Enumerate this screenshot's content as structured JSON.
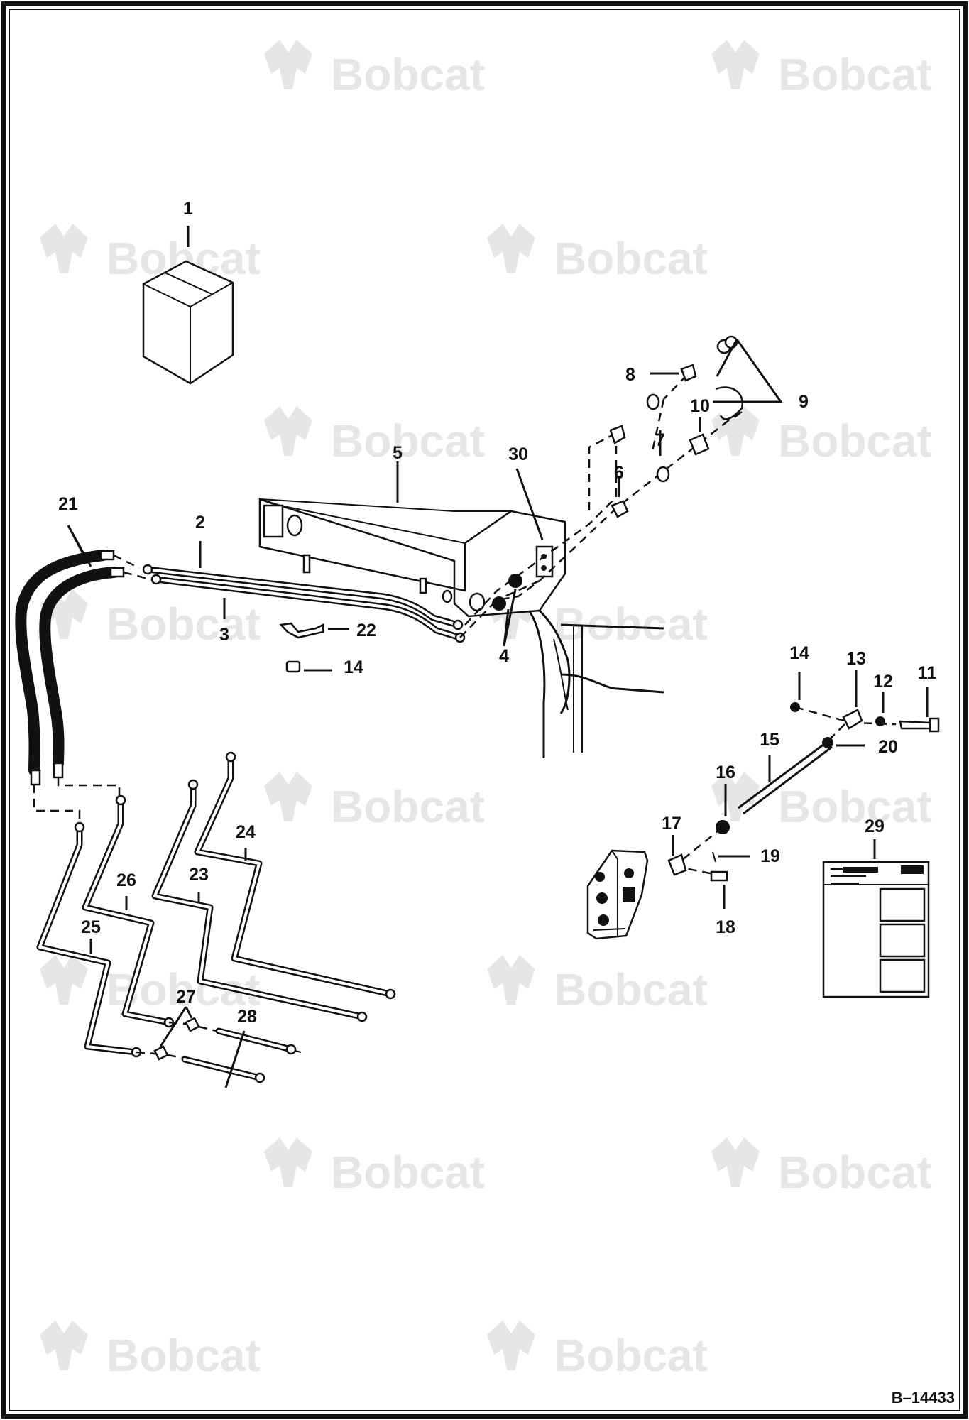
{
  "watermark": {
    "text": "Bobcat"
  },
  "reference_code": "B–14433",
  "callouts": [
    "1",
    "2",
    "3",
    "4",
    "5",
    "6",
    "7",
    "8",
    "9",
    "10",
    "11",
    "12",
    "13",
    "14",
    "14",
    "15",
    "16",
    "17",
    "18",
    "19",
    "20",
    "21",
    "22",
    "23",
    "24",
    "25",
    "26",
    "27",
    "28",
    "29",
    "30"
  ],
  "colors": {
    "line": "#111111",
    "watermark": "#e6e6e6",
    "background": "#ffffff"
  }
}
